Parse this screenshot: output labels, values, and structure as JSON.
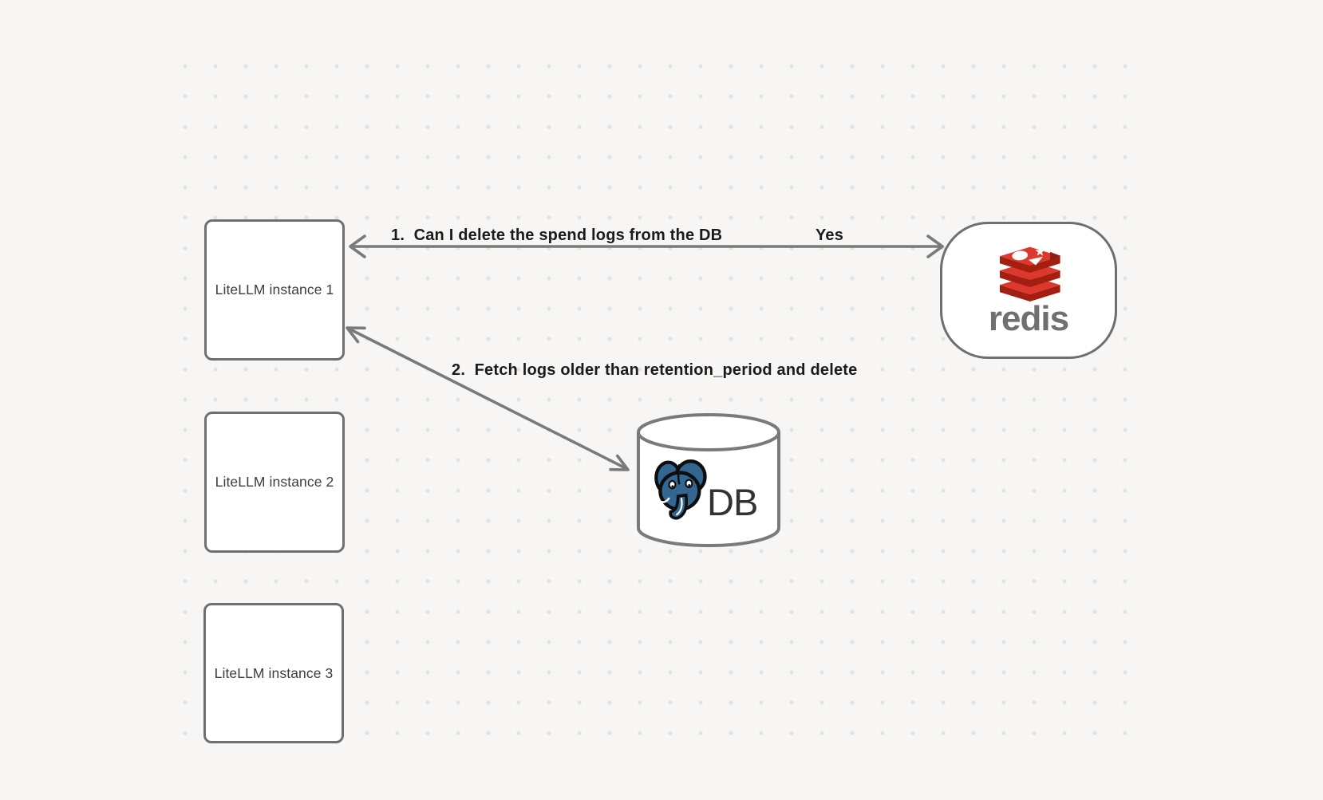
{
  "canvas": {
    "background": "#f7f6f4"
  },
  "nodes": {
    "instance1": {
      "label": "LiteLLM instance 1"
    },
    "instance2": {
      "label": "LiteLLM instance 2"
    },
    "instance3": {
      "label": "LiteLLM instance 3"
    },
    "redis": {
      "wordmark": "redis"
    },
    "db": {
      "label": "DB"
    }
  },
  "edges": {
    "edge1": {
      "label": "1.  Can I delete the spend logs from the DB",
      "reply": "Yes"
    },
    "edge2": {
      "label": "2.  Fetch logs older than retention_period and delete"
    }
  },
  "colors": {
    "canvas_bg": "#f7f6f4",
    "dot": "#e2e2e2",
    "shape_stroke": "#6f6f6f",
    "arrow": "#7a7a7a",
    "label_text": "#1b1b1b",
    "node_label_text": "#3d3d3d",
    "redis_red": "#dc382d",
    "redis_dark_red": "#a41e11",
    "redis_notch": "#8a1f13",
    "redis_wordmark": "#6e7071",
    "postgres_blue": "#336791",
    "db_text": "#333333"
  }
}
